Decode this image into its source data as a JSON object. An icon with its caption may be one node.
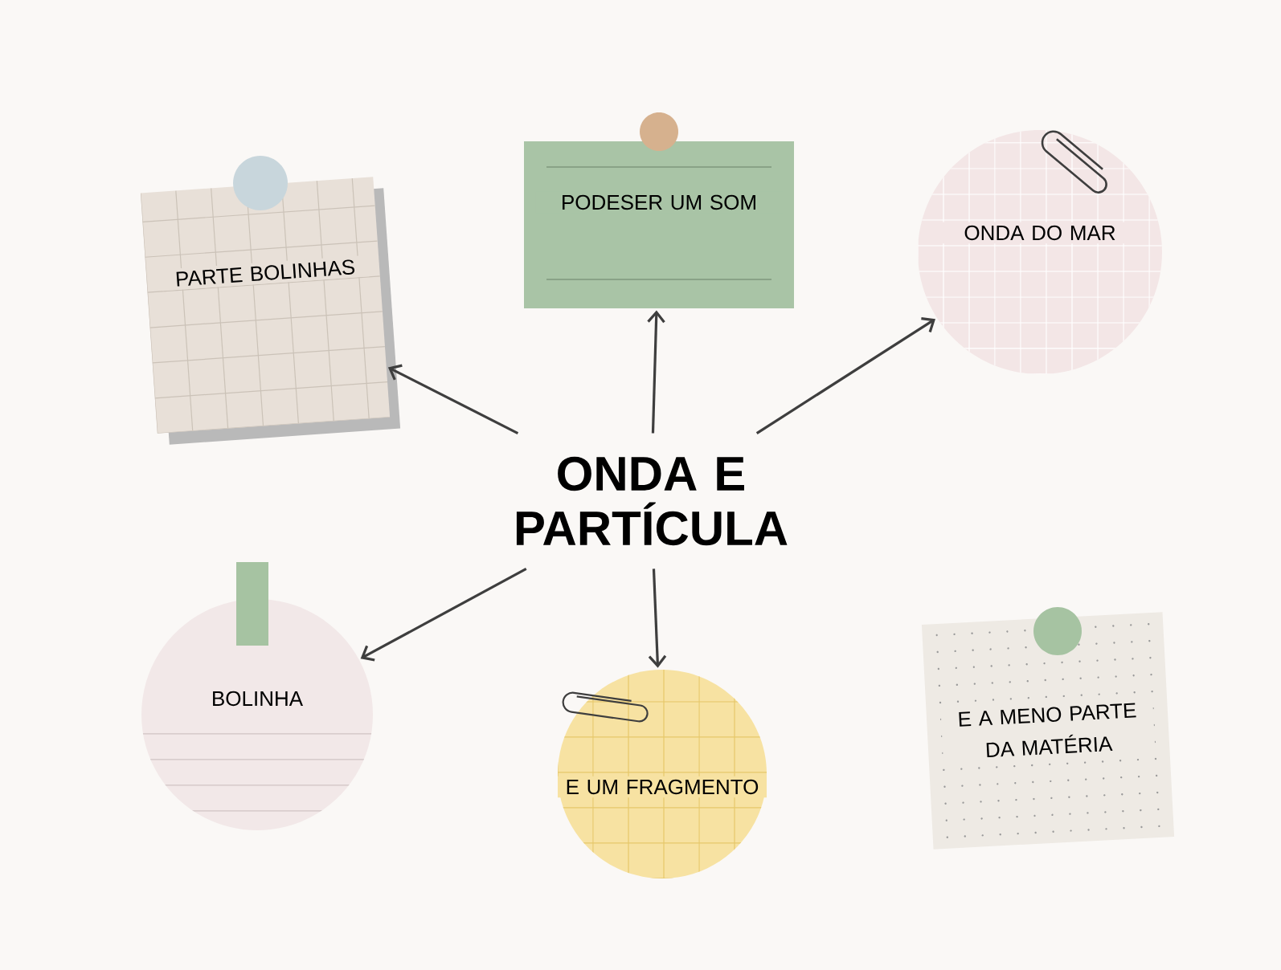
{
  "diagram": {
    "nodes": [
      {
        "text": [
          "ONDA E PARTÍCULA"
        ]
      },
      {
        "text": [
          "PARTE BOLINHAS"
        ]
      },
      {
        "text": [
          "PODESER UM SOM"
        ]
      },
      {
        "text": [
          "ONDA DO MAR"
        ]
      },
      {
        "text": [
          "BOLINHA"
        ]
      },
      {
        "text": [
          "E UM FRAGMENTO"
        ]
      },
      {
        "text": [
          "E A MENO PARTE DA MATÉRIA"
        ]
      }
    ],
    "edges": [
      {
        "from": 0,
        "to": 1,
        "arrow": "to"
      },
      {
        "from": 0,
        "to": 2,
        "arrow": "to"
      },
      {
        "from": 0,
        "to": 3,
        "arrow": "to"
      },
      {
        "from": 0,
        "to": 4,
        "arrow": "to"
      },
      {
        "from": 0,
        "to": 5,
        "arrow": "to"
      }
    ]
  }
}
